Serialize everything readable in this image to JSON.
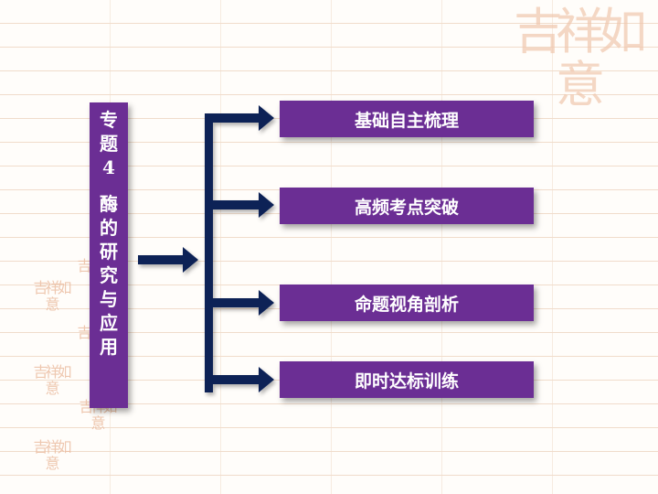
{
  "watermark": {
    "large": "吉祥如意",
    "small": "吉祥如意"
  },
  "title_box": {
    "chars": [
      "专",
      "题",
      "4",
      "酶",
      "的",
      "研",
      "究",
      "与",
      "应",
      "用"
    ]
  },
  "menu": {
    "items": [
      {
        "label": "基础自主梳理"
      },
      {
        "label": "高频考点突破"
      },
      {
        "label": "命题视角剖析"
      },
      {
        "label": "即时达标训练"
      }
    ]
  },
  "colors": {
    "box": "#6b2e94",
    "arrow": "#0f2357",
    "stamp": "#ecbea2"
  }
}
